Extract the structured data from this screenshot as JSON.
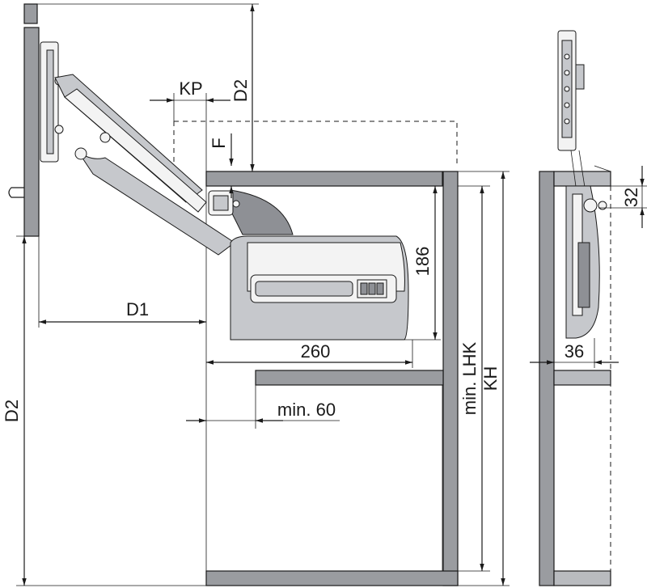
{
  "drawing": {
    "labels": {
      "d2_top": "D2",
      "d2_left": "D2",
      "kp": "KP",
      "f": "F",
      "d1": "D1",
      "dim_186": "186",
      "dim_260": "260",
      "min_60": "min. 60",
      "min_lhk": "min. LHK",
      "kh": "KH",
      "dim_32": "32",
      "dim_36": "36"
    }
  },
  "colors": {
    "panel": "#9a9ca0",
    "line": "#1a1a1a",
    "background": "#ffffff"
  }
}
